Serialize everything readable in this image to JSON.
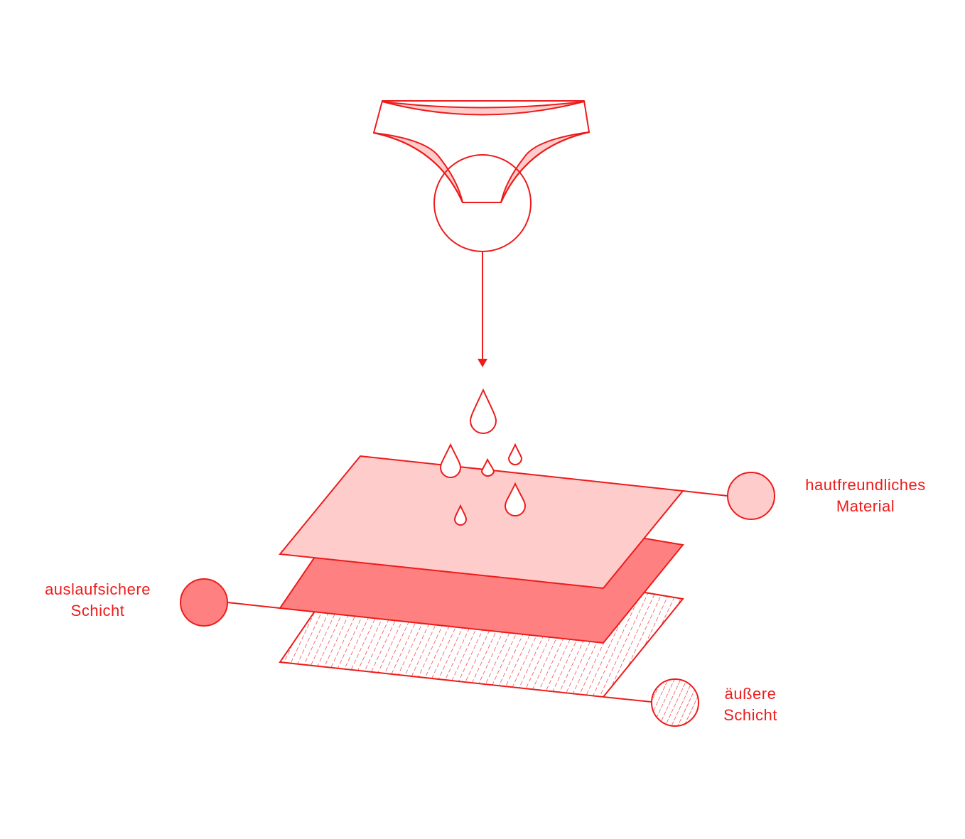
{
  "colors": {
    "stroke": "#ee1b1b",
    "light_fill": "#ffcccc",
    "medium_fill": "#ff8080",
    "background": "#ffffff"
  },
  "icons": [
    "panty-icon",
    "zoom-circle",
    "arrow-down-icon",
    "droplet-icon"
  ],
  "layers": [
    {
      "id": "skin-friendly",
      "label_lines": [
        "hautfreundliches",
        "Material"
      ],
      "fill": "light"
    },
    {
      "id": "leak-proof",
      "label_lines": [
        "auslaufsichere",
        "Schicht"
      ],
      "fill": "medium"
    },
    {
      "id": "outer",
      "label_lines": [
        "äußere",
        "Schicht"
      ],
      "fill": "hatched"
    }
  ]
}
